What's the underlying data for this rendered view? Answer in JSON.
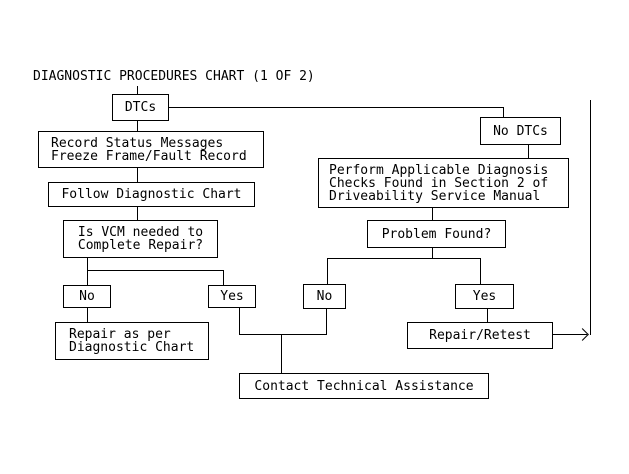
{
  "title": "DIAGNOSTIC PROCEDURES CHART (1 OF 2)",
  "diagram_type": "flowchart",
  "colors": {
    "background": "#ffffff",
    "line": "#000000",
    "text": "#000000"
  },
  "nodes": {
    "dtcs": {
      "label": "DTCs"
    },
    "no_dtcs": {
      "label": "No DTCs"
    },
    "record": {
      "label": "Record Status Messages\nFreeze Frame/Fault Record"
    },
    "follow": {
      "label": "Follow Diagnostic Chart"
    },
    "vcm": {
      "label": "Is VCM needed to\nComplete Repair?"
    },
    "no_left": {
      "label": "No"
    },
    "yes_left": {
      "label": "Yes"
    },
    "repair_chart": {
      "label": "Repair as per\nDiagnostic Chart"
    },
    "perform": {
      "label": "Perform Applicable Diagnosis\nChecks Found in Section 2 of\nDriveability Service Manual"
    },
    "problem": {
      "label": "Problem Found?"
    },
    "no_right": {
      "label": "No"
    },
    "yes_right": {
      "label": "Yes"
    },
    "repair_retest": {
      "label": "Repair/Retest"
    },
    "contact": {
      "label": "Contact Technical Assistance"
    }
  },
  "edges": [
    {
      "from": "dtcs",
      "to": "record"
    },
    {
      "from": "dtcs",
      "to": "no_dtcs"
    },
    {
      "from": "record",
      "to": "follow"
    },
    {
      "from": "follow",
      "to": "vcm"
    },
    {
      "from": "vcm",
      "to": "no_left"
    },
    {
      "from": "vcm",
      "to": "yes_left"
    },
    {
      "from": "no_left",
      "to": "repair_chart"
    },
    {
      "from": "yes_left",
      "to": "contact"
    },
    {
      "from": "no_dtcs",
      "to": "perform"
    },
    {
      "from": "perform",
      "to": "problem"
    },
    {
      "from": "problem",
      "to": "no_right"
    },
    {
      "from": "problem",
      "to": "yes_right"
    },
    {
      "from": "no_right",
      "to": "contact"
    },
    {
      "from": "yes_right",
      "to": "repair_retest"
    },
    {
      "from": "repair_retest",
      "to": "off-page-right-connector"
    }
  ]
}
